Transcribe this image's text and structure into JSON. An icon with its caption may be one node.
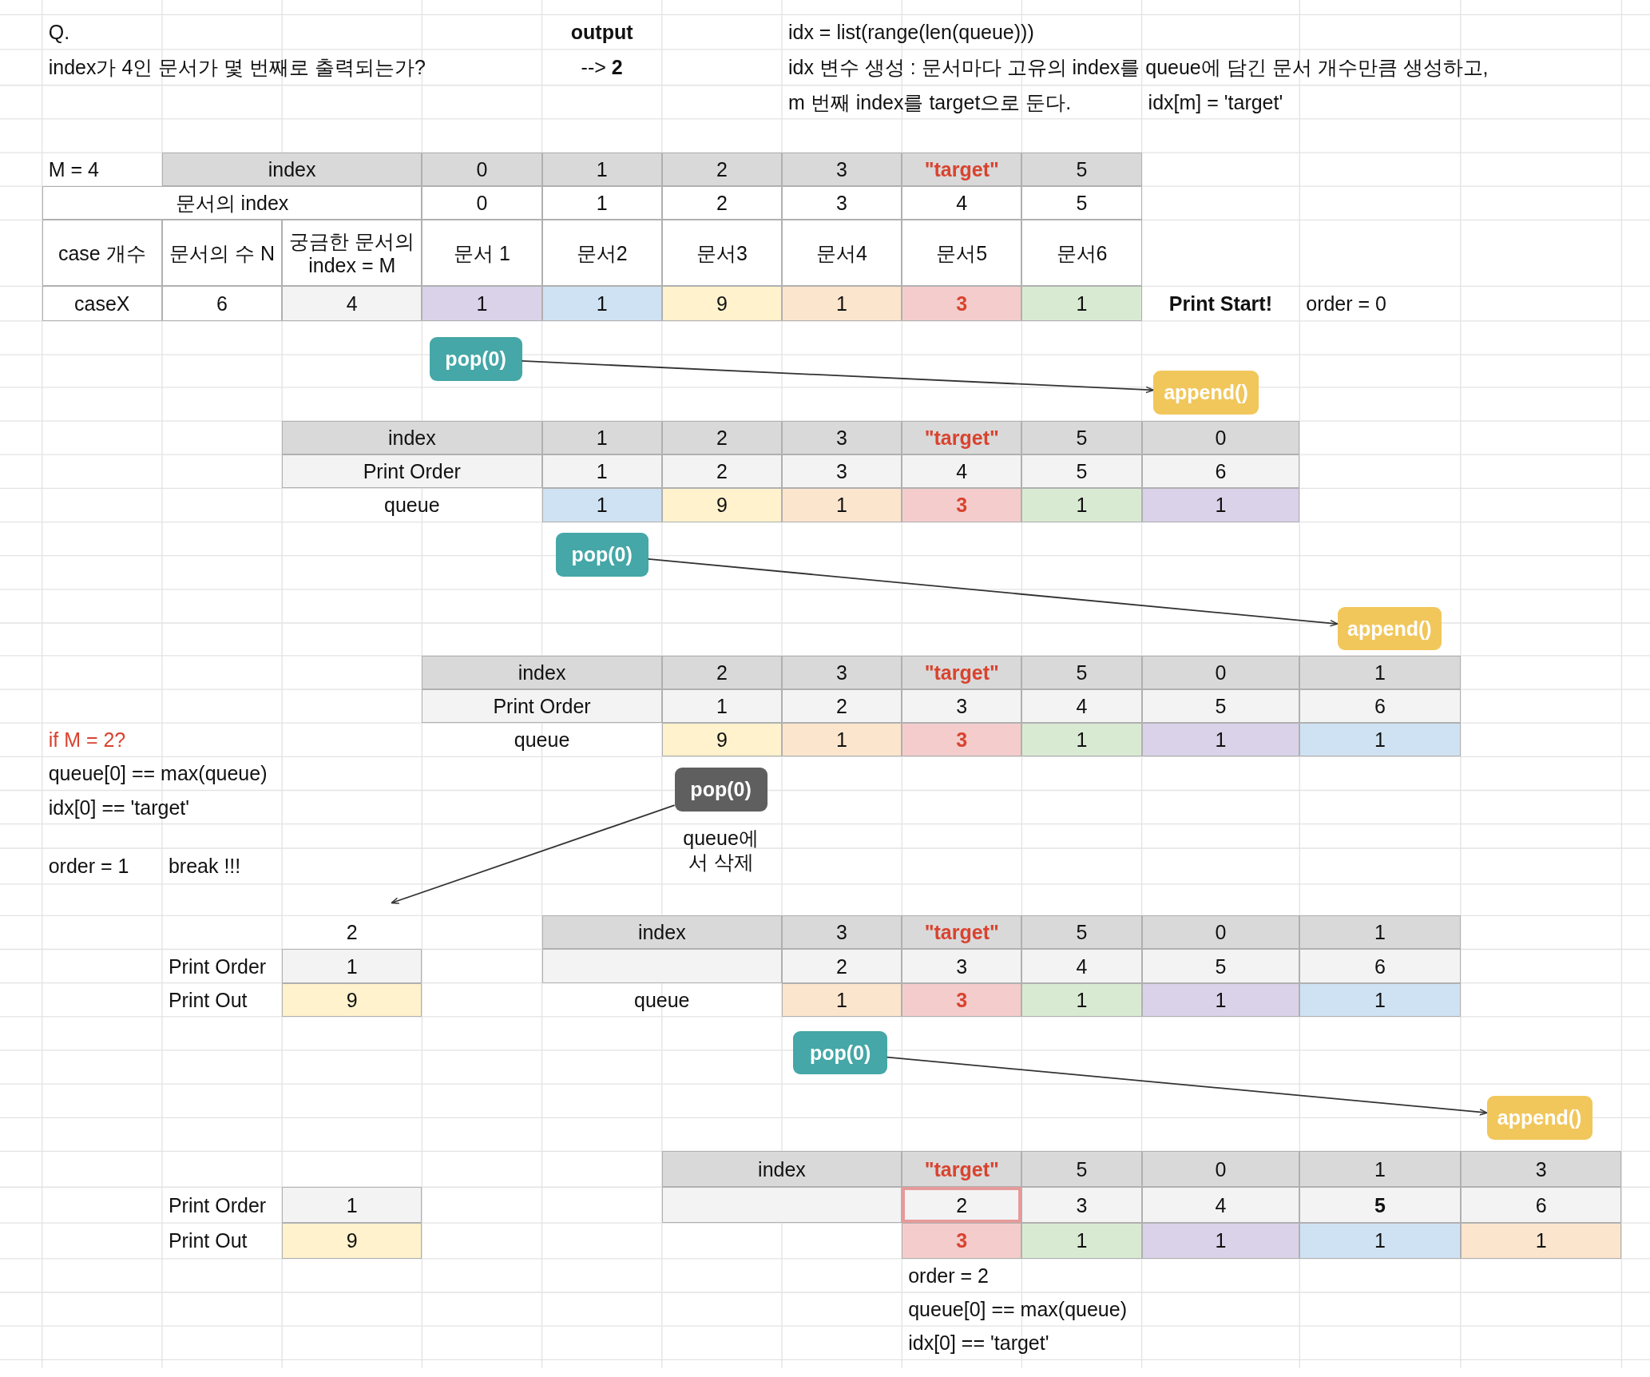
{
  "diagram": {
    "nodes": [
      {
        "text": [
          "pop(0)"
        ]
      },
      {
        "text": [
          "append()"
        ]
      },
      {
        "text": [
          "pop(0)"
        ]
      },
      {
        "text": [
          "append()"
        ]
      },
      {
        "text": [
          "pop(0)"
        ],
        "beside": [
          "queue에서 삭제"
        ]
      },
      {
        "text": [
          "pop(0)"
        ]
      },
      {
        "text": [
          "append()"
        ]
      }
    ],
    "edges": [
      {
        "from": 0,
        "to": 1,
        "arrow": "to"
      },
      {
        "from": 2,
        "to": 3,
        "arrow": "to"
      },
      {
        "from": 4,
        "to": null,
        "arrow": "to"
      },
      {
        "from": 5,
        "to": 6,
        "arrow": "to"
      }
    ],
    "labels": [
      "Q.",
      "output",
      "idx = list(range(len(queue)))",
      "index가 4인 문서가 몇 번째로 출력되는가?",
      "--> **2**",
      "idx 변수 생성 : 문서마다 고유의 index를 queue에 담긴 문서 개수만큼  생성하고,",
      "m 번째 index를 target으로 둔다.",
      "idx[m] = 'target'",
      "M = 4",
      "index",
      "0",
      "1",
      "2",
      "3",
      "\"target\"",
      "5",
      "문서의 index",
      "0",
      "1",
      "2",
      "3",
      "4",
      "5",
      "case 개수",
      "문서의 수 N",
      "궁금한 문서의 index  = M",
      "문서 1",
      "문서2",
      "문서3",
      "문서4",
      "문서5",
      "문서6",
      "caseX",
      "6",
      "4",
      "1",
      "1",
      "9",
      "1",
      "3",
      "1",
      "Print Start!",
      "order = 0",
      "index",
      "1",
      "2",
      "3",
      "\"target\"",
      "5",
      "0",
      "Print Order",
      "1",
      "2",
      "3",
      "4",
      "5",
      "6",
      "queue",
      "1",
      "9",
      "1",
      "3",
      "1",
      "1",
      "index",
      "2",
      "3",
      "\"target\"",
      "5",
      "0",
      "1",
      "Print Order",
      "1",
      "2",
      "3",
      "4",
      "5",
      "6",
      "if M = 2?",
      "queue",
      "9",
      "1",
      "3",
      "1",
      "1",
      "1",
      "queue[0] == max(queue)",
      "idx[0] == 'target'",
      "order = 1",
      "break !!!",
      "2",
      "index",
      "3",
      "\"target\"",
      "5",
      "0",
      "1",
      "Print Order",
      "1",
      "2",
      "3",
      "4",
      "5",
      "6",
      "Print Out",
      "9",
      "queue",
      "1",
      "3",
      "1",
      "1",
      "1",
      "index",
      "\"target\"",
      "5",
      "0",
      "1",
      "3",
      "Print Order",
      "1",
      "2",
      "3",
      "4",
      "5",
      "6",
      "Print Out",
      "9",
      "3",
      "1",
      "1",
      "1",
      "1",
      "order = 2",
      "queue[0] == max(queue)",
      "idx[0] == 'target'"
    ]
  }
}
